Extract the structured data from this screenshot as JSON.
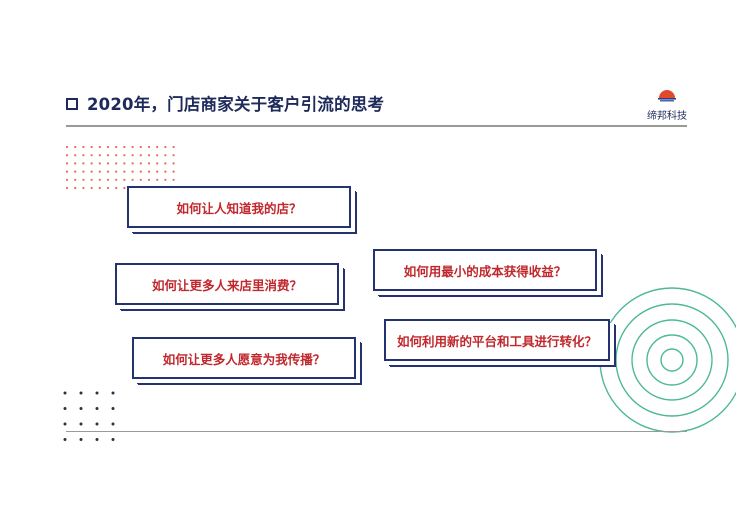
{
  "header": {
    "title": "2020年，门店商家关于客户引流的思考"
  },
  "logo": {
    "name": "缔邦科技",
    "colors": {
      "red": "#e04a2b",
      "blue": "#2a3f8f"
    }
  },
  "questions": [
    {
      "text": "如何让人知道我的店？"
    },
    {
      "text": "如何让更多人来店里消费？"
    },
    {
      "text": "如何让更多人愿意为我传播？"
    },
    {
      "text": "如何用最小的成本获得收益？"
    },
    {
      "text": "如何利用新的平台和工具进行转化？"
    }
  ],
  "colors": {
    "navy": "#1e2a5a",
    "card_border": "#253270",
    "question_text": "#c0282d",
    "dot_red": "#e86a5a",
    "dot_navy": "#2a2f4a",
    "circle_green": "#4fb89a",
    "rule_gray": "#9a9a9a"
  }
}
